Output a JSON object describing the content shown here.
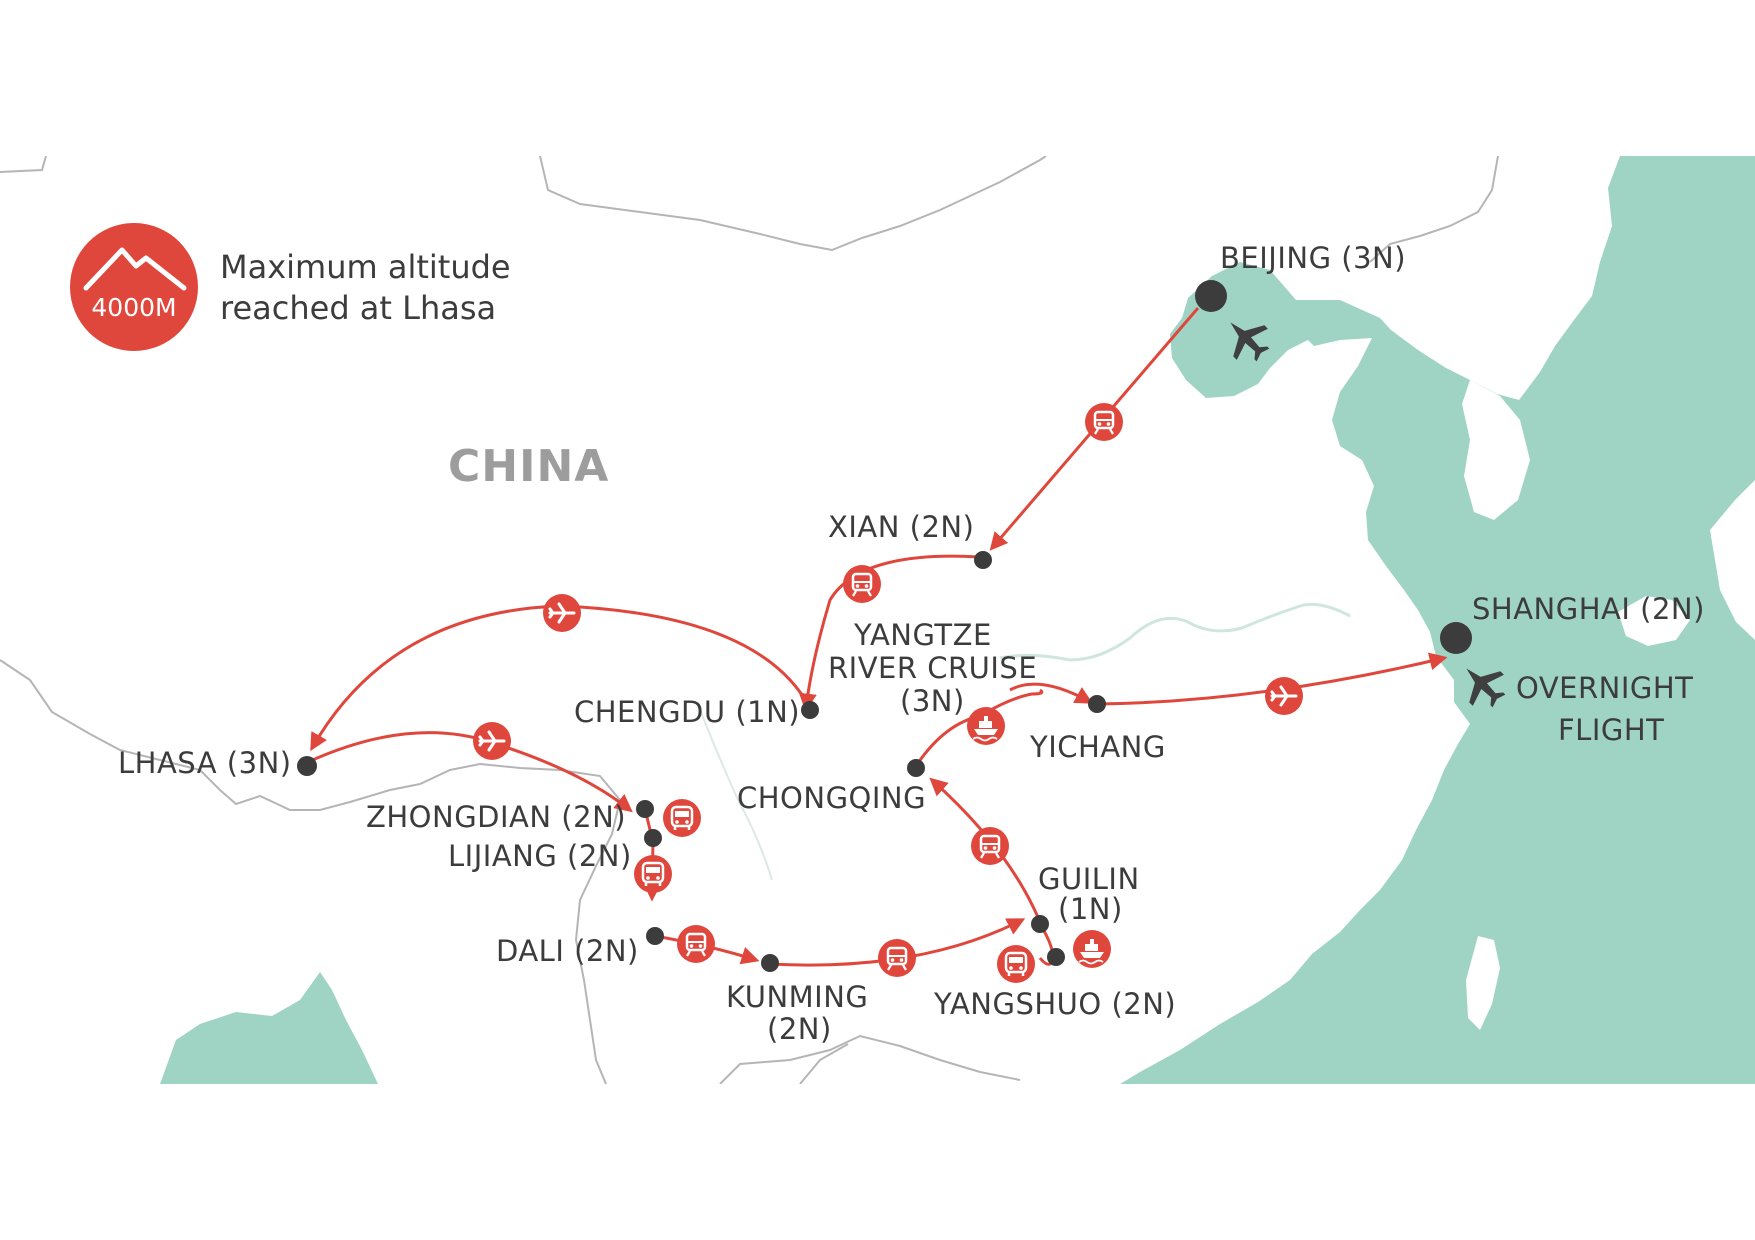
{
  "colors": {
    "route": "#e0473c",
    "sea": "#9fd3c4",
    "border": "#b5b5b5",
    "text": "#3c3c3c",
    "country": "#9d9d9d"
  },
  "legend": {
    "badge": "4000M",
    "line1": "Maximum altitude",
    "line2": "reached at Lhasa",
    "icon": "mountain-icon"
  },
  "country_label": "CHINA",
  "places": {
    "beijing": "BEIJING (3N)",
    "xian": "XIAN (2N)",
    "chengdu": "CHENGDU (1N)",
    "lhasa": "LHASA (3N)",
    "zhongdian": "ZHONGDIAN (2N)",
    "lijiang": "LIJIANG (2N)",
    "dali": "DALI (2N)",
    "kunming1": "KUNMING",
    "kunming2": "(2N)",
    "guilin1": "GUILIN",
    "guilin2": "(1N)",
    "yangshuo": "YANGSHUO (2N)",
    "chongqing": "CHONGQING",
    "cruise1": "YANGTZE",
    "cruise2": "RIVER CRUISE",
    "cruise3": "(3N)",
    "yichang": "YICHANG",
    "shanghai": "SHANGHAI (2N)",
    "overnight1": "OVERNIGHT",
    "overnight2": "FLIGHT"
  },
  "icons": {
    "train": "train-icon",
    "plane": "plane-icon",
    "bus": "bus-icon",
    "ship": "ship-icon"
  }
}
